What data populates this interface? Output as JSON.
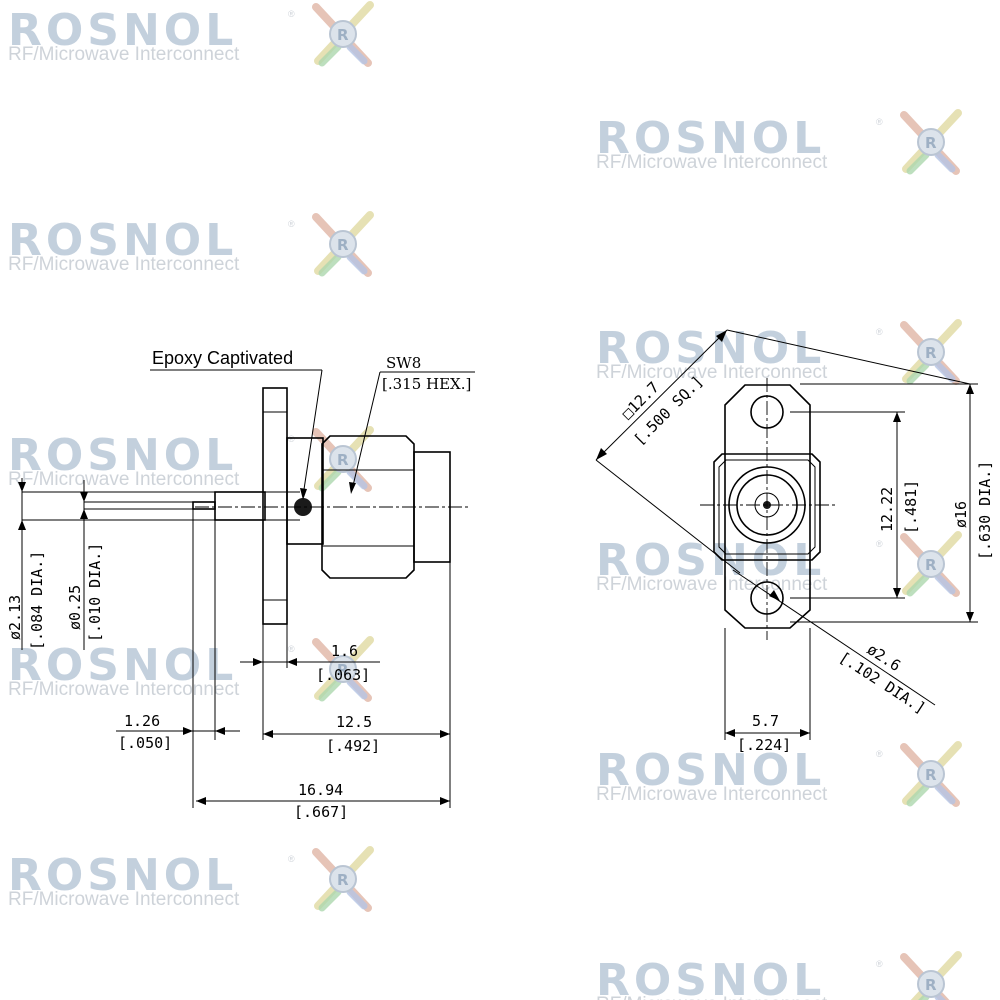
{
  "watermark": {
    "brand": "ROSNOL",
    "registered": "®",
    "tagline": "RF/Microwave Interconnect",
    "icon": "rosnol-logo-icon"
  },
  "side_view": {
    "callout_epoxy": "Epoxy Captivated",
    "callout_hex_top": "SW8",
    "callout_hex_bottom": "[.315 HEX.]",
    "dia_outer_mm": "ø2.13",
    "dia_outer_in": "[.084 DIA.]",
    "dia_pin_mm": "ø0.25",
    "dia_pin_in": "[.010 DIA.]",
    "flange_thk_mm": "1.6",
    "flange_thk_in": "[.063]",
    "pin_ext_mm": "1.26",
    "pin_ext_in": "[.050]",
    "body_len_mm": "12.5",
    "body_len_in": "[.492]",
    "overall_len_mm": "16.94",
    "overall_len_in": "[.667]"
  },
  "front_view": {
    "flange_sq_mm": "□12.7",
    "flange_sq_in": "[.500 SQ.]",
    "hole_spacing_mm": "12.22",
    "hole_spacing_in": "[.481]",
    "flange_dia_mm": "ø16",
    "flange_dia_in": "[.630 DIA.]",
    "hole_dia_mm": "ø2.6",
    "hole_dia_in": "[.102 DIA.]",
    "half_width_mm": "5.7",
    "half_width_in": "[.224]"
  }
}
